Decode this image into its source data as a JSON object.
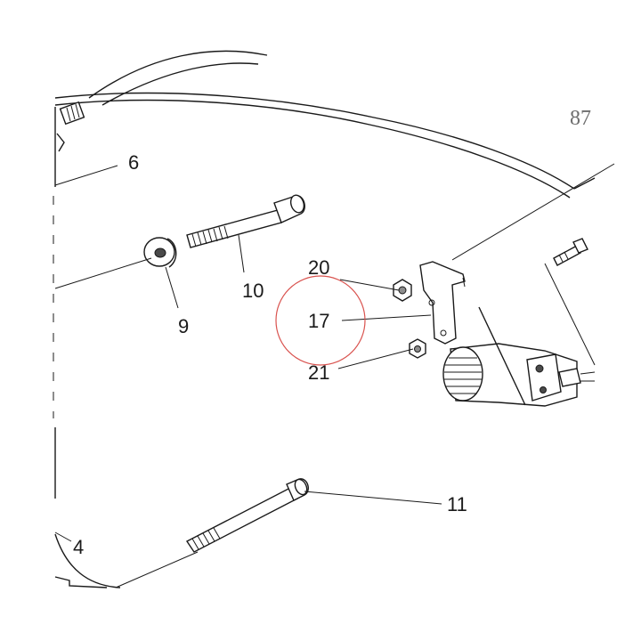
{
  "diagram": {
    "corner_mark": "87",
    "callouts": [
      {
        "id": "6",
        "label": "6"
      },
      {
        "id": "10",
        "label": "10"
      },
      {
        "id": "9",
        "label": "9"
      },
      {
        "id": "20",
        "label": "20"
      },
      {
        "id": "17",
        "label": "17",
        "highlighted": true
      },
      {
        "id": "21",
        "label": "21"
      },
      {
        "id": "11",
        "label": "11"
      },
      {
        "id": "4",
        "label": "4"
      }
    ],
    "highlight_color": "#d9534f"
  }
}
